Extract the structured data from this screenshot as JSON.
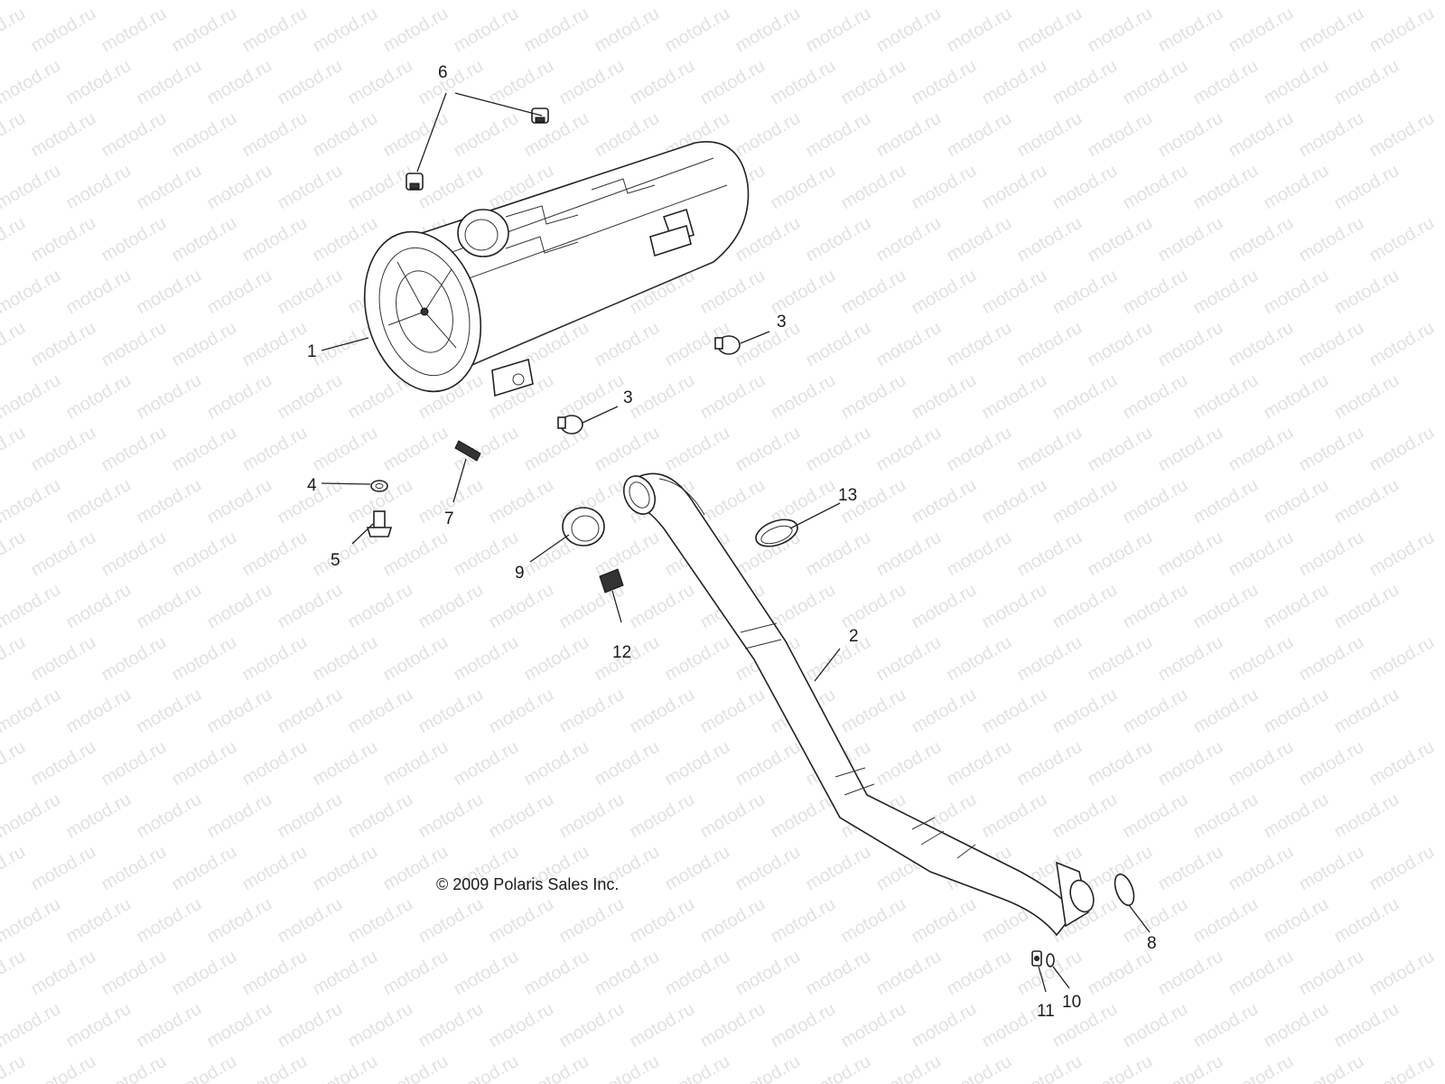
{
  "watermark": {
    "text": "motod.ru"
  },
  "copyright": "© 2009 Polaris Sales Inc.",
  "callouts": {
    "c1": "1",
    "c2": "2",
    "c3a": "3",
    "c3b": "3",
    "c4": "4",
    "c5": "5",
    "c6": "6",
    "c7": "7",
    "c8": "8",
    "c9": "9",
    "c10": "10",
    "c11": "11",
    "c12": "12",
    "c13": "13"
  }
}
